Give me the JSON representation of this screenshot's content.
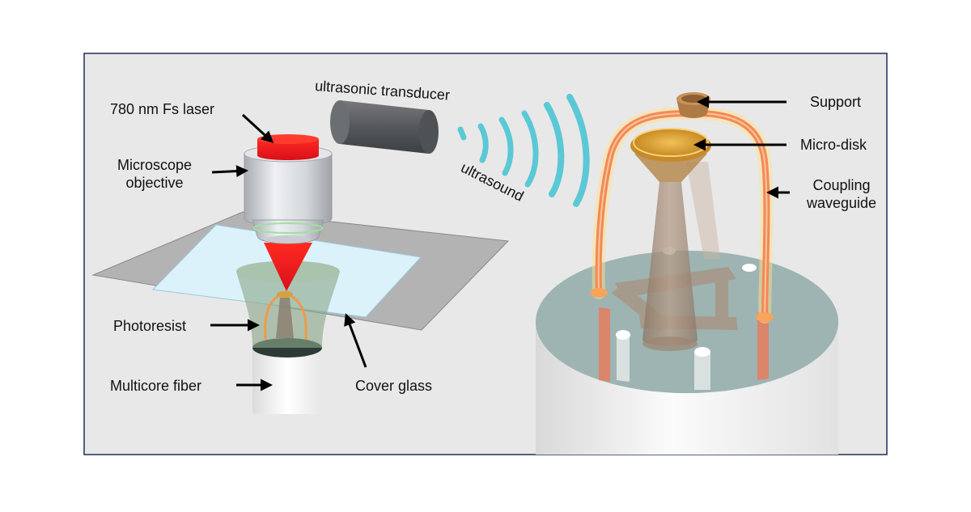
{
  "labels": {
    "laser": "780 nm Fs laser",
    "objective_line1": "Microscope",
    "objective_line2": "objective",
    "photoresist": "Photoresist",
    "fiber": "Multicore fiber",
    "cover_glass": "Cover glass",
    "transducer": "ultrasonic transducer",
    "ultrasound": "ultrasound",
    "support": "Support",
    "microdisk": "Micro-disk",
    "coupling_line1": "Coupling",
    "coupling_line2": "waveguide"
  },
  "colors": {
    "panel_background": "#e8e8e8",
    "frame": "#1f2d5c",
    "laser_red": "#e8141b",
    "ultrasound_cyan": "#5bc8d6",
    "transducer_gray": "#5a5d60",
    "waveguide_orange": "#f28a55",
    "disk_gold": "#d9a13a"
  }
}
